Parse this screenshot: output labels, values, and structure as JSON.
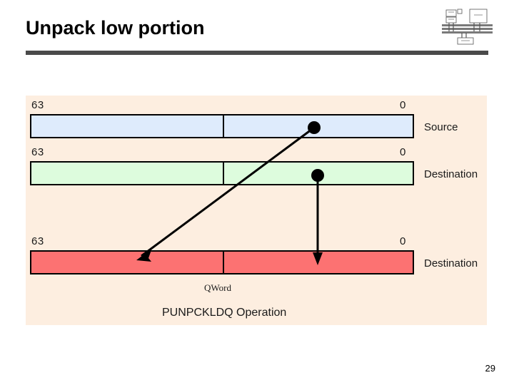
{
  "slide": {
    "title": "Unpack low portion",
    "page_number": "29",
    "logo_icon": "block-diagram-logo"
  },
  "diagram": {
    "background_color": "#fdeee0",
    "caption": "PUNPCKLDQ Operation",
    "qword_label": "QWord",
    "rows": [
      {
        "bit_high": "63",
        "bit_low": "0",
        "name": "Source",
        "fill": "#deebfc"
      },
      {
        "bit_high": "63",
        "bit_low": "0",
        "name": "Destination",
        "fill": "#ddfcdd"
      },
      {
        "bit_high": "63",
        "bit_low": "0",
        "name": "Destination",
        "fill": "#fc7272"
      }
    ],
    "arrows": [
      {
        "name": "source-low-to-dest-high",
        "from": "source low half",
        "to": "destination high half"
      },
      {
        "name": "dest-low-to-dest-low",
        "from": "destination low half",
        "to": "result low half"
      }
    ]
  }
}
